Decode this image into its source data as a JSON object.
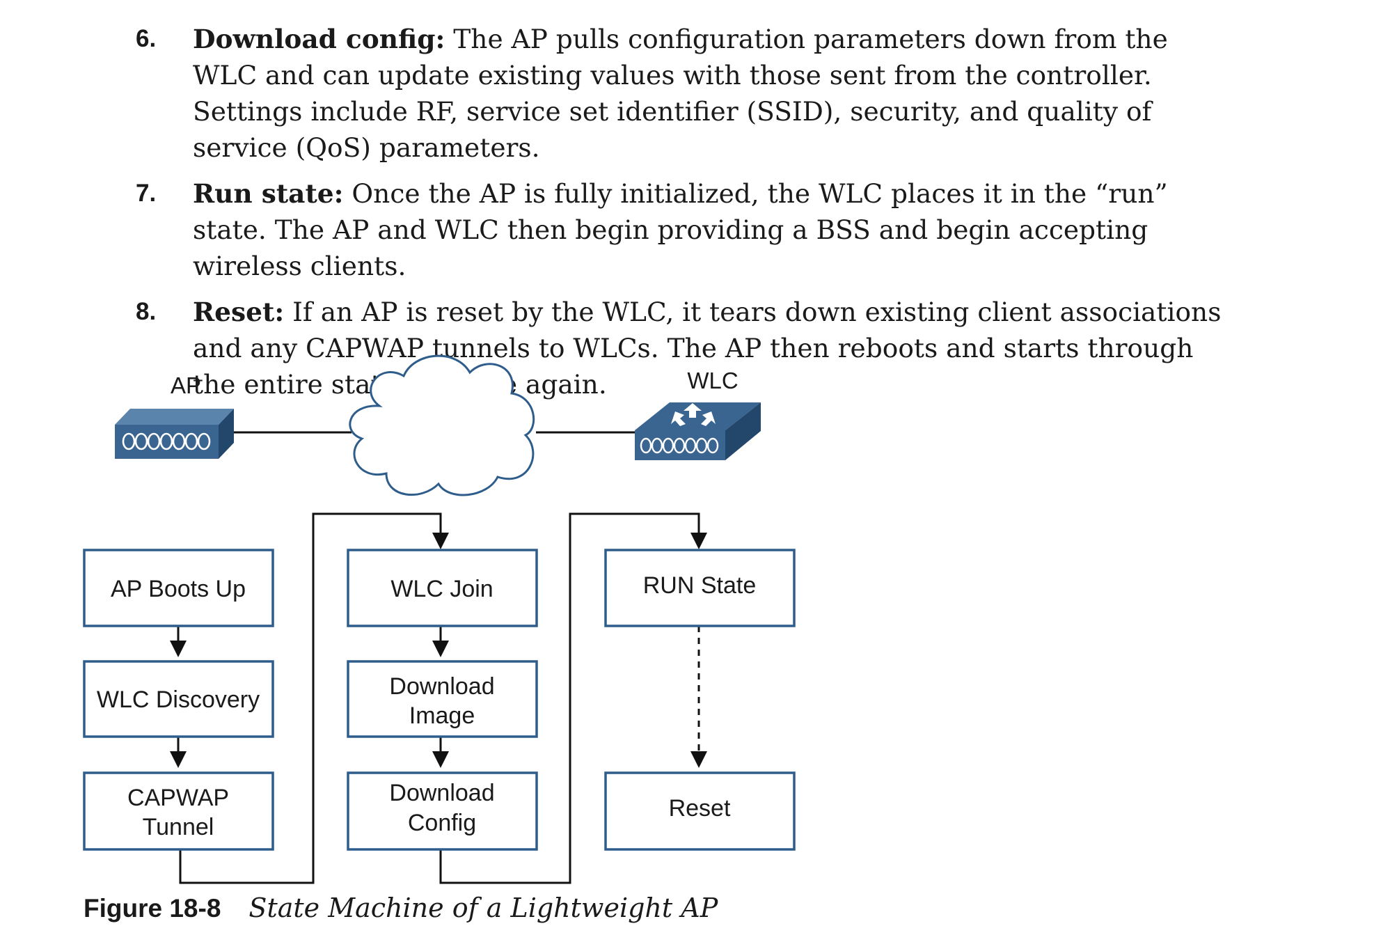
{
  "steps": [
    {
      "num": "6.",
      "term": "Download config:",
      "text": " The AP pulls configuration parameters down from the WLC and can update existing values with those sent from the controller. Settings include RF, service set identifier (SSID), security, and quality of service (QoS) parameters."
    },
    {
      "num": "7.",
      "term": "Run state:",
      "text": " Once the AP is fully initialized, the WLC places it in the “run” state. The AP and WLC then begin providing a BSS and begin accepting wireless clients."
    },
    {
      "num": "8.",
      "term": "Reset:",
      "text": " If an AP is reset by the WLC, it tears down existing client associations and any CAPWAP tunnels to WLCs. The AP then reboots and starts through the entire state machine again."
    }
  ],
  "diagram": {
    "ap_label": "AP",
    "wlc_label": "WLC",
    "boxes": {
      "ap_boots_up": [
        "AP Boots Up"
      ],
      "wlc_discovery": [
        "WLC Discovery"
      ],
      "capwap_tunnel": [
        "CAPWAP",
        "Tunnel"
      ],
      "wlc_join": [
        "WLC Join"
      ],
      "download_image": [
        "Download",
        "Image"
      ],
      "download_config": [
        "Download",
        "Config"
      ],
      "run_state": [
        "RUN State"
      ],
      "reset": [
        "Reset"
      ]
    },
    "colors": {
      "box_stroke": "#2e5d8c",
      "device_fill": "#3b6591",
      "line": "#111111"
    }
  },
  "caption": {
    "number": "Figure 18-8",
    "title": "State Machine of a Lightweight AP"
  }
}
